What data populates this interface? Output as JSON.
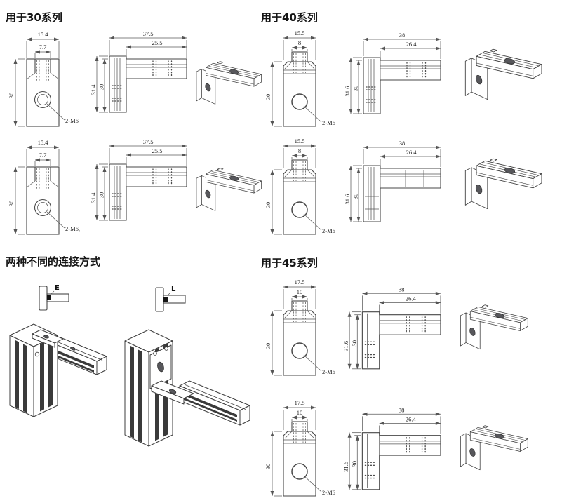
{
  "page": {
    "background": "#ffffff",
    "line_color": "#474747",
    "text_color": "#1d1d1d"
  },
  "sections": {
    "s30": {
      "heading": "用于30系列",
      "rows": [
        {
          "front": {
            "total_width": "15.4",
            "slot_width": "7.7",
            "height": "30",
            "hole_label": "2-M6"
          },
          "side": {
            "total_width": "37.5",
            "arm_length": "25.5",
            "total_height": "31.4",
            "leg_height": "30"
          }
        },
        {
          "front": {
            "total_width": "15.4",
            "slot_width": "7.7",
            "height": "30",
            "hole_label": "2-M6,"
          },
          "side": {
            "total_width": "37.5",
            "arm_length": "25.5",
            "total_height": "31.4",
            "leg_height": "30"
          }
        }
      ]
    },
    "s40": {
      "heading": "用于40系列",
      "rows": [
        {
          "front": {
            "total_width": "15.5",
            "slot_width": "8",
            "height": "30",
            "hole_label": "2-M6"
          },
          "side": {
            "total_width": "38",
            "arm_length": "26.4",
            "total_height": "31.6",
            "leg_height": "30"
          }
        },
        {
          "front": {
            "total_width": "15.5",
            "slot_width": "8",
            "height": "30",
            "hole_label": "2-M6"
          },
          "side": {
            "total_width": "38",
            "arm_length": "26.4",
            "total_height": "31.6",
            "leg_height": "30"
          }
        }
      ]
    },
    "s45": {
      "heading": "用于45系列",
      "rows": [
        {
          "front": {
            "total_width": "17.5",
            "slot_width": "10",
            "height": "30",
            "hole_label": "2-M6"
          },
          "side": {
            "total_width": "38",
            "arm_length": "26.4",
            "total_height": "31.6",
            "leg_height": "30"
          }
        },
        {
          "front": {
            "total_width": "17.5",
            "slot_width": "10",
            "height": "30",
            "hole_label": "2-M6"
          },
          "side": {
            "total_width": "38",
            "arm_length": "26.4",
            "total_height": "31.6",
            "leg_height": "30"
          }
        }
      ]
    }
  },
  "methods": {
    "heading": "两种不同的连接方式",
    "type_e": {
      "label": "E"
    },
    "type_l": {
      "label": "L"
    }
  }
}
